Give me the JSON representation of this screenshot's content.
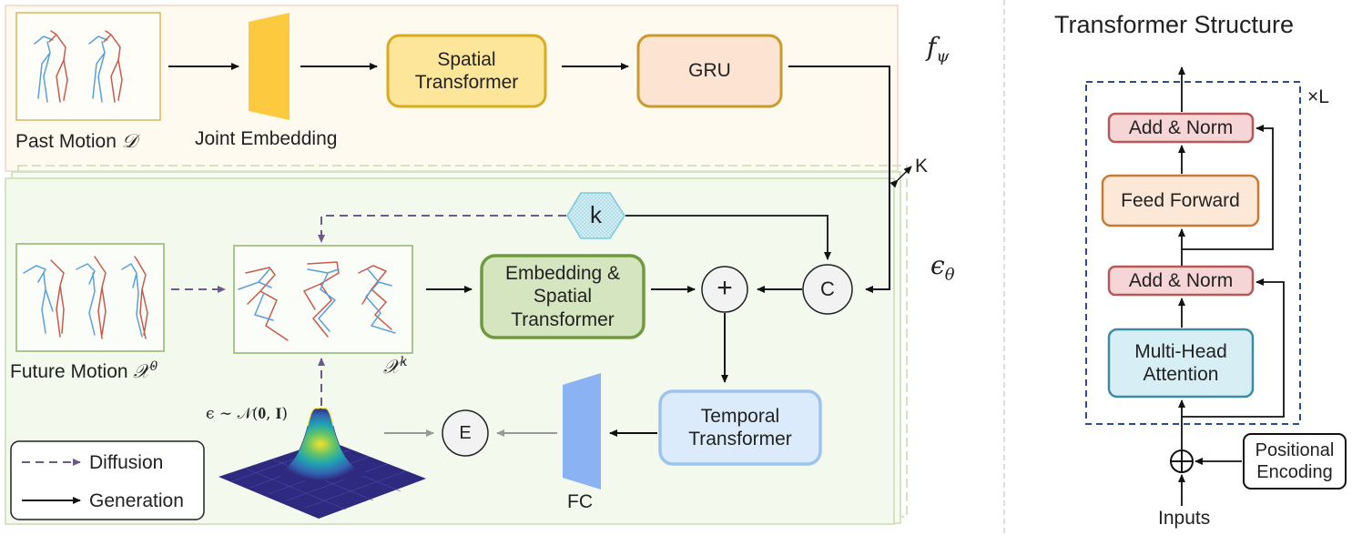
{
  "top_branch": {
    "past_motion": "Past Motion",
    "past_motion_symbol": "𝒟",
    "joint_embedding": "Joint Embedding",
    "spatial_transformer": "Spatial\nTransformer",
    "gru": "GRU",
    "f_symbol": "f",
    "f_subscript": "ψ"
  },
  "bottom_branch": {
    "k_repeat": "K",
    "k_node": "k",
    "c_node": "C",
    "plus_node": "+",
    "e_node": "E",
    "future_motion": "Future Motion",
    "future_symbol": "𝒳",
    "future_sup": "0",
    "xk_symbol": "𝒳",
    "xk_sup": "k",
    "embedding_spatial": "Embedding &\nSpatial\nTransformer",
    "temporal_transformer": "Temporal\nTransformer",
    "fc": "FC",
    "noise": "ϵ ∼ 𝒩(𝟎, 𝐈)",
    "eps_symbol": "ϵ",
    "eps_subscript": "θ"
  },
  "legend": {
    "diffusion": "Diffusion",
    "generation": "Generation"
  },
  "transformer_structure": {
    "title": "Transformer Structure",
    "add_norm_top": "Add & Norm",
    "feed_forward": "Feed Forward",
    "add_norm_bottom": "Add & Norm",
    "mha": "Multi-Head\nAttention",
    "positional_encoding": "Positional\nEncoding",
    "inputs": "Inputs",
    "repeat": "×L"
  },
  "colors": {
    "top_panel_bg": "#fffaf0",
    "top_panel_border": "#f6d3c3",
    "bottom_panel_bg": "#f4f9ee",
    "bottom_panel_border": "#cfe1bf",
    "spatial_fill": "#fde59a",
    "spatial_border": "#d9ab1e",
    "gru_fill": "#fde4d2",
    "gru_border": "#c99a2e",
    "embed_fill": "#d5e5bf",
    "embed_border": "#6f9a3f",
    "temporal_fill": "#dcebfb",
    "temporal_border": "#9ec3ee",
    "addnorm_fill": "#f5d5d5",
    "addnorm_border": "#b5585a",
    "ff_fill": "#fde8d7",
    "ff_border": "#c67c36",
    "mha_fill": "#d7eef4",
    "mha_border": "#3d8aa3",
    "dashed_box": "#2d4c8f",
    "diffusion_arrow": "#6b5a8a",
    "skeleton_red": "#c75a4d",
    "skeleton_blue": "#5aa0d8"
  }
}
